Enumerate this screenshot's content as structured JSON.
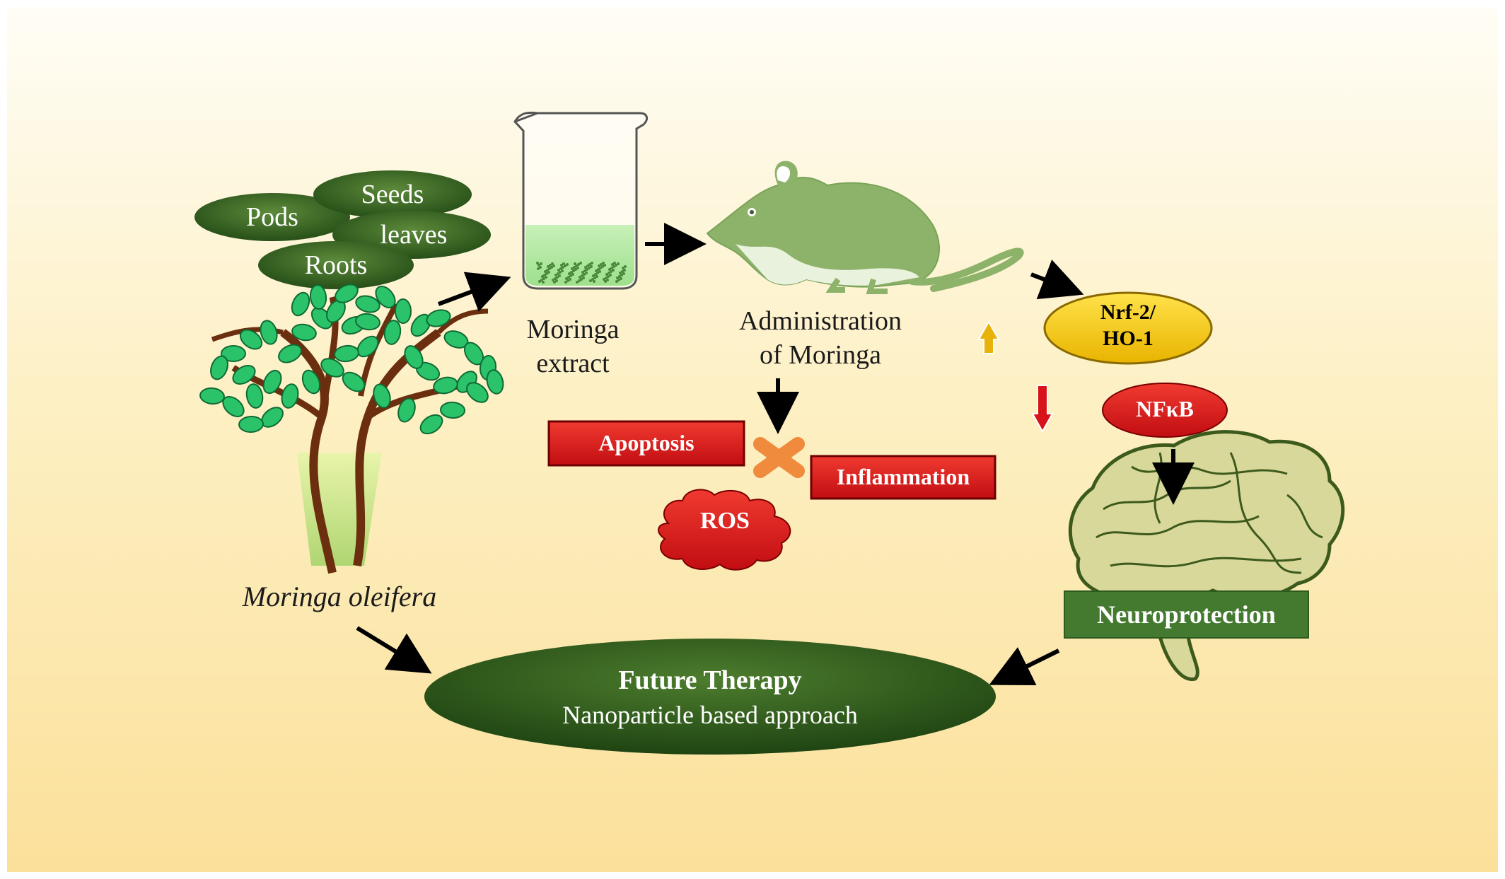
{
  "parts": [
    "Pods",
    "Seeds",
    "leaves",
    "Roots"
  ],
  "plant_name": "Moringa oleifera",
  "extract_label": [
    "Moringa",
    "extract"
  ],
  "admin_label": [
    "Administration",
    "of Moringa"
  ],
  "pathway": {
    "nrf2_line1": "Nrf-2/",
    "nrf2_line2": "HO-1",
    "nfkb": "NFκB"
  },
  "outcomes": {
    "apoptosis": "Apoptosis",
    "inflammation": "Inflammation",
    "ros": "ROS"
  },
  "neuroprotection": "Neuroprotection",
  "future": {
    "title": "Future Therapy",
    "subtitle": "Nanoparticle based approach"
  },
  "colors": {
    "background_top": "#fefcf3",
    "background_bottom": "#fbe19a",
    "dark_green": "#2f5f1f",
    "mouse_green": "#8db26a",
    "red": "#d8121a",
    "yellow": "#f6c700",
    "leaf_green": "#27c46a"
  },
  "icons": [
    "moringa-tree-icon",
    "beaker-icon",
    "mouse-icon",
    "brain-icon",
    "cross-icon",
    "up-arrow-icon",
    "down-arrow-icon"
  ]
}
